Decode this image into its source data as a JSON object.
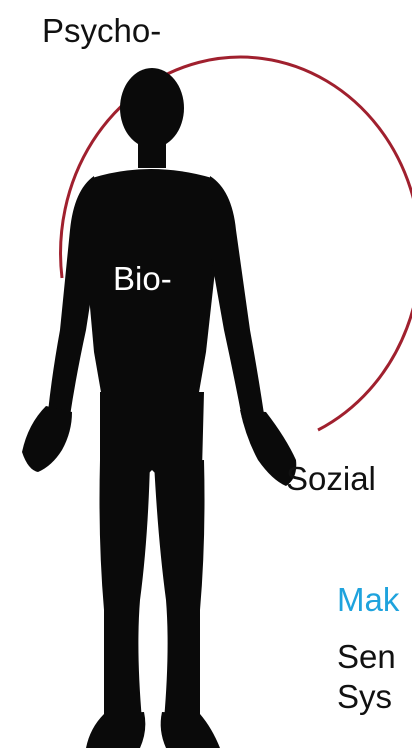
{
  "labels": {
    "psycho": "Psycho-",
    "bio": "Bio-",
    "sozial": "Sozial",
    "makro": "Mak",
    "sen": "Sen",
    "sys": "Sys"
  },
  "colors": {
    "circle": "#a0202e",
    "silhouette": "#0a0a0a",
    "accent_text": "#1fa3dd",
    "text": "#111111",
    "bio_text": "#ffffff"
  },
  "icons": {
    "figure": "human-silhouette-icon"
  }
}
